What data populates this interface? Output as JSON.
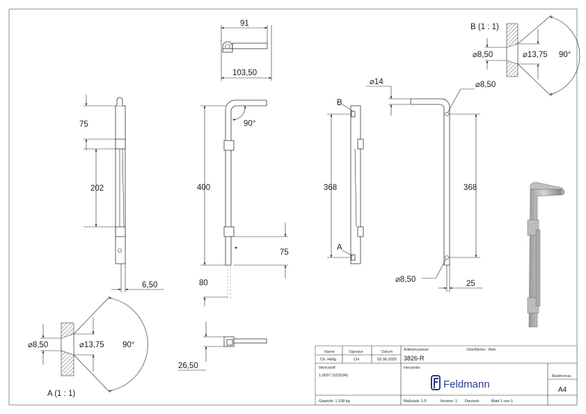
{
  "views": {
    "left": {
      "d75": "75",
      "d202": "202",
      "d650": "6,50"
    },
    "front": {
      "d400": "400",
      "d90deg": "90°",
      "d75": "75",
      "d80": "80"
    },
    "top": {
      "d91": "91",
      "d10350": "103,50"
    },
    "bottom": {
      "d2650": "26,50"
    },
    "side": {
      "d368": "368",
      "labelA": "A",
      "labelB": "B"
    },
    "right": {
      "d14": "⌀14",
      "d850top": "⌀8,50",
      "d368": "368",
      "d850bot": "⌀8,50",
      "d25": "25"
    },
    "detailA": {
      "title": "A (1 : 1)",
      "d850": "⌀8,50",
      "d1375": "⌀13,75",
      "angle": "90°"
    },
    "detailB": {
      "title": "B (1 : 1)",
      "d850": "⌀8,50",
      "d1375": "⌀13,75",
      "angle": "90°"
    }
  },
  "titleblock": {
    "h_name": "Name",
    "h_signatur": "Signatur",
    "h_datum": "Datum",
    "h_artikel": "Artikelnummer",
    "h_oberflaeche": "Oberfläche:",
    "oberflaeche": "Roh",
    "name": "Ch. Hölig",
    "signatur": "CH",
    "datum": "02.06.2025",
    "artikel": "3826-R",
    "h_werkstoff": "Werkstoff:",
    "werkstoff": "1.0037 (S235JR)",
    "h_hersteller": "Hersteller",
    "brand": "Feldmann",
    "h_blattformat": "Blattformat",
    "blattformat": "A4",
    "gewicht": "Gewicht: 1.158 kg",
    "massstab": "Maßstab: 1:5",
    "version": "Version: 1",
    "sprache": "Deutsch",
    "blatt": "Blatt 1 von 1"
  },
  "colors": {
    "line": "#222222",
    "part": "#333333",
    "brand": "#2b3a8c"
  }
}
